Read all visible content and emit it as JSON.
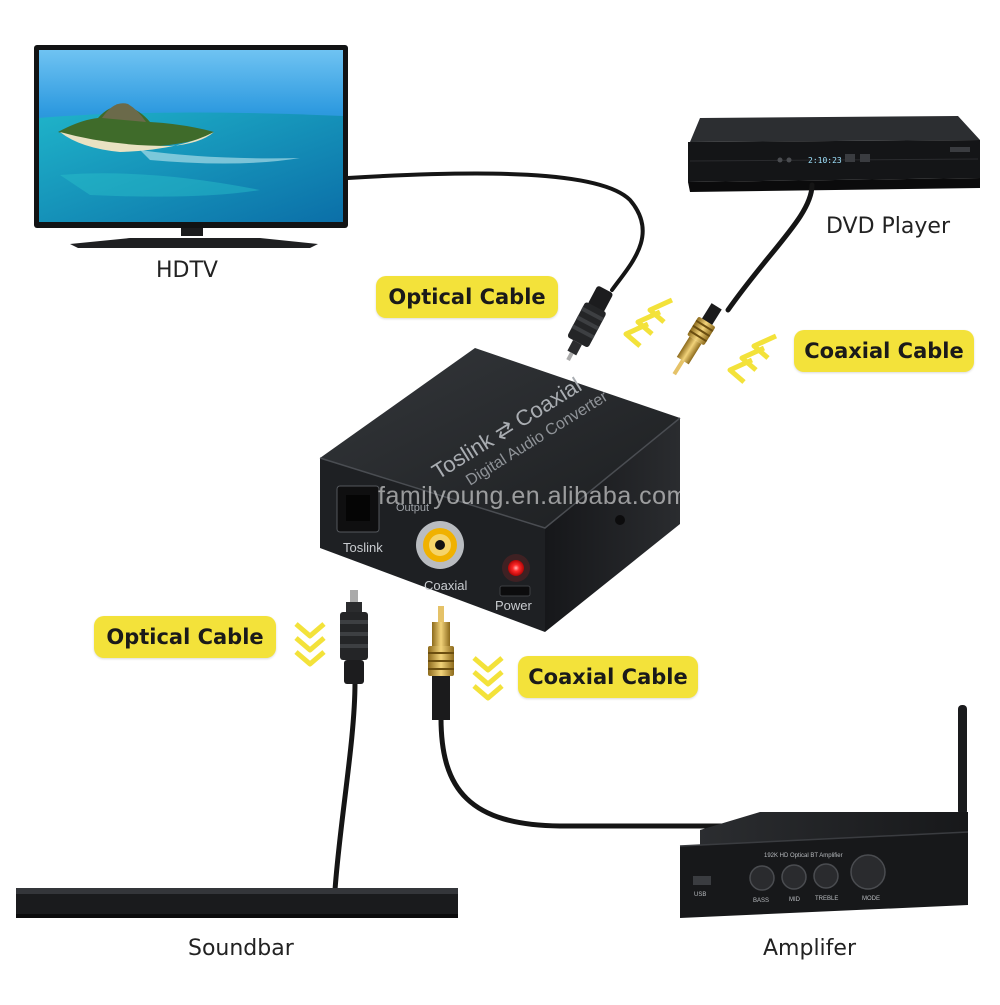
{
  "devices": {
    "hdtv": "HDTV",
    "dvd_player": "DVD Player",
    "soundbar": "Soundbar",
    "amplifier": "Amplifer"
  },
  "cables": {
    "optical_top": "Optical Cable",
    "coaxial_top": "Coaxial Cable",
    "optical_bottom": "Optical Cable",
    "coaxial_bottom": "Coaxial Cable"
  },
  "converter": {
    "brand_line": "Toslink ⇄ Coaxial",
    "product_line": "Digital Audio Converter",
    "port_output": "Output",
    "port_toslink": "Toslink",
    "port_coaxial": "Coaxial",
    "port_power": "Power"
  },
  "dvd": {
    "display": "2:10:23"
  },
  "amplifier_panel": {
    "model": "192K HD Optical BT Amplifier",
    "usb": "USB",
    "bass": "BASS",
    "mid": "MID",
    "treble": "TREBLE",
    "mode": "MODE"
  },
  "watermark": "familyoung.en.alibaba.com",
  "colors": {
    "label_bg": "#f3e23a",
    "arrow": "#f3e23a",
    "device_dark": "#1b1c1e",
    "power_led": "#ff2a2a"
  }
}
